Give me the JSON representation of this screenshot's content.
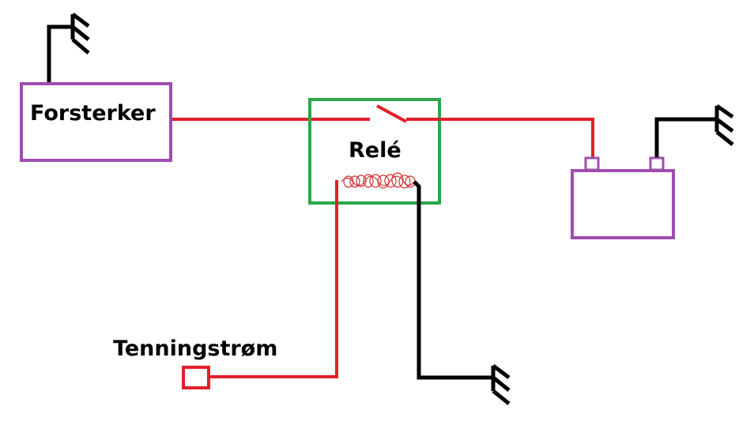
{
  "labels": {
    "amplifier": "Forsterker",
    "relay": "Relé",
    "ignition": "Tenningstrøm"
  },
  "colors": {
    "positive_wire": "#e0202a",
    "ground_wire": "#000000",
    "amplifier_box": "#a04cb0",
    "battery_box": "#a04cb0",
    "relay_box": "#2aa84a",
    "ignition_terminal": "#e0202a",
    "relay_coil": "#d03030"
  },
  "icons": {
    "ground_symbol": "ground-icon",
    "relay_switch": "switch-icon",
    "relay_coil": "coil-icon"
  }
}
